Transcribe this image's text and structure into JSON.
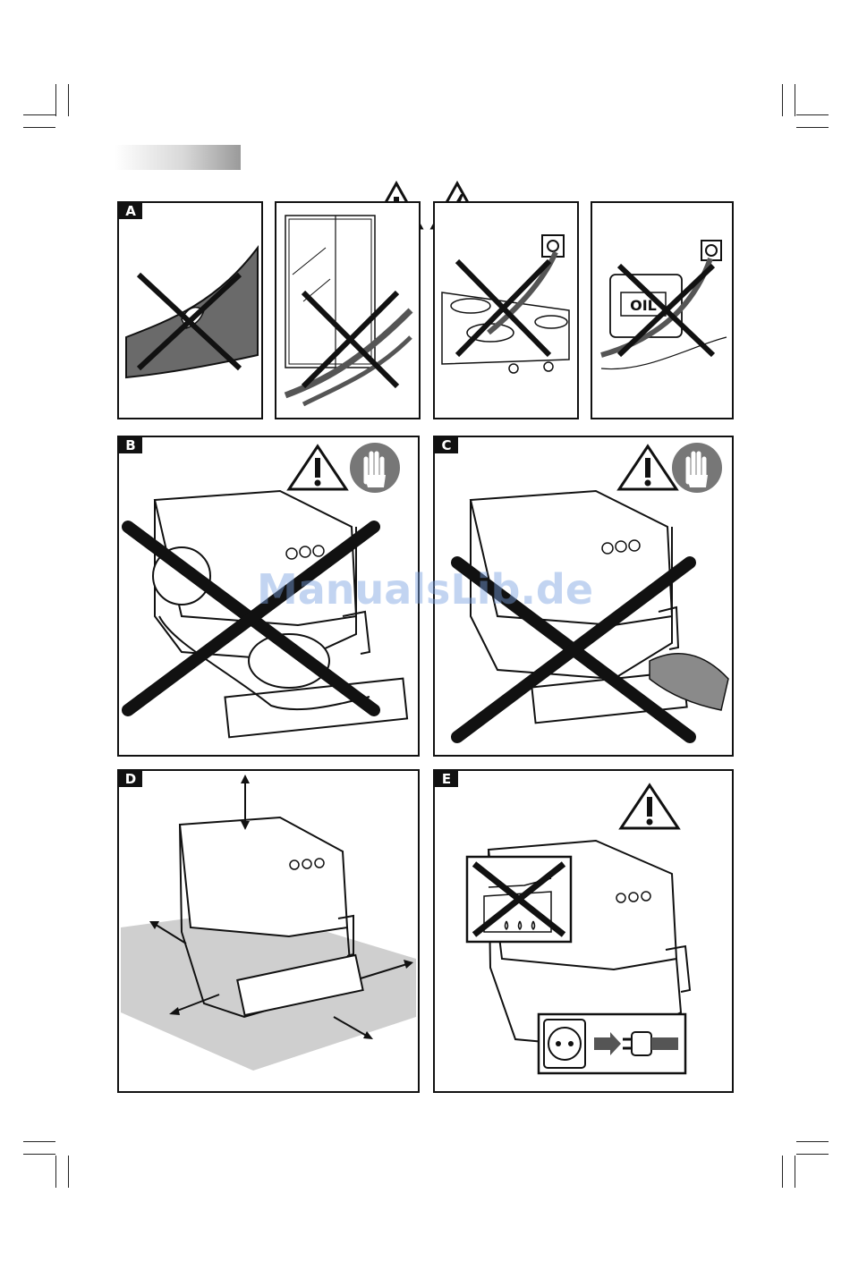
{
  "panels": {
    "A": {
      "label": "A",
      "oil_label": "OIL"
    },
    "B": {
      "label": "B"
    },
    "C": {
      "label": "C"
    },
    "D": {
      "label": "D"
    },
    "E": {
      "label": "E"
    }
  },
  "watermark": "ManualsLib.de",
  "icons": [
    "warning-triangle-icon",
    "electric-hazard-icon",
    "stop-hand-icon",
    "prohibited-cross-icon",
    "power-plug-icon"
  ]
}
